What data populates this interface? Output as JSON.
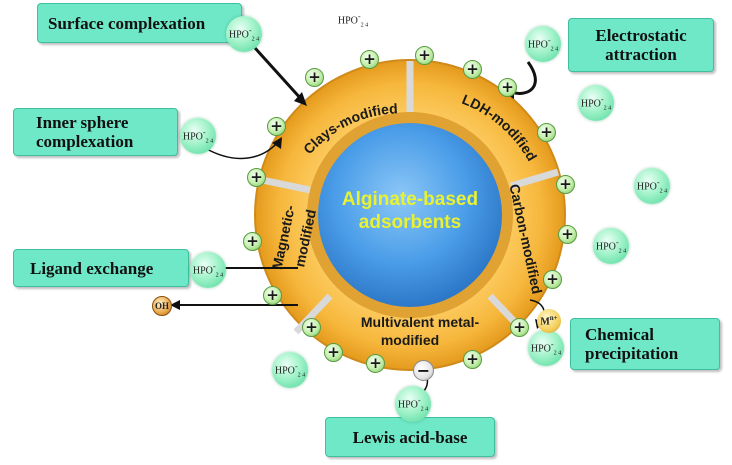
{
  "center": {
    "line1": "Alginate-based",
    "line2": "adsorbents"
  },
  "segments": {
    "clays": "Clays-modified",
    "ldh": "LDH-modified",
    "carbon": "Carbon-modified",
    "multivalent_line1": "Multivalent metal-",
    "multivalent_line2": "modified",
    "magnetic_line1": "Magnetic-",
    "magnetic_line2": "modified"
  },
  "mechanisms": {
    "surface_complexation": "Surface complexation",
    "electrostatic_line1": "Electrostatic",
    "electrostatic_line2": "attraction",
    "inner_sphere_line1": "Inner sphere",
    "inner_sphere_line2": "complexation",
    "ligand_exchange": "Ligand exchange",
    "chemical_line1": "Chemical",
    "chemical_line2": "precipitation",
    "lewis": "Lewis acid-base"
  },
  "ion_label": "HPO",
  "ion_sup": "-",
  "ion_sub1": "2",
  "ion_sub2": "4",
  "oh_label": "OH",
  "metal_label": "M",
  "metal_sup": "n+",
  "plus_symbol": "+",
  "minus_symbol": "−",
  "colors": {
    "box_fill": "#6fe8c8",
    "ring_fill": "#f6b73c",
    "core_fill": "#4a9de8",
    "core_text": "#e8f230",
    "ion_fill": "#9ff2c8"
  }
}
